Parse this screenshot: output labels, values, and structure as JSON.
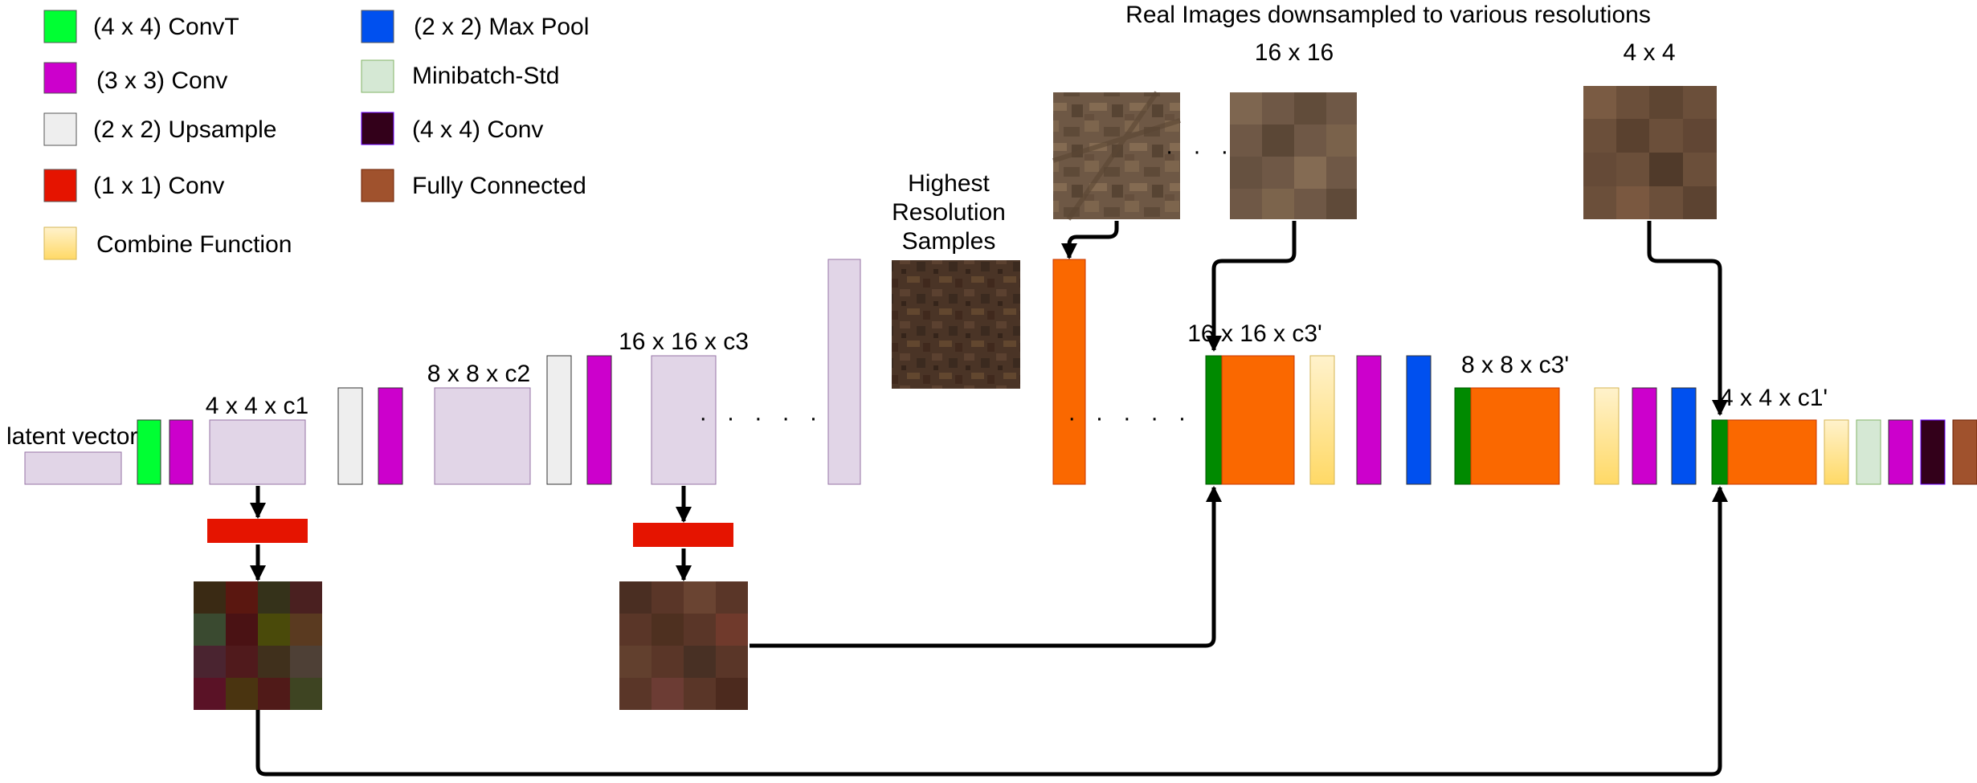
{
  "legend": {
    "items": [
      {
        "key": "convt",
        "label": "(4 x 4) ConvT",
        "color": "#00ff33"
      },
      {
        "key": "conv3",
        "label": "(3 x 3) Conv",
        "color": "#cc00cc"
      },
      {
        "key": "upsample",
        "label": "(2 x 2) Upsample",
        "color": "#eeeeee"
      },
      {
        "key": "conv1",
        "label": "(1 x 1) Conv",
        "color": "#e51400"
      },
      {
        "key": "combine",
        "label": "Combine Function",
        "color": "#ffe599"
      },
      {
        "key": "maxpool",
        "label": "(2 x 2) Max Pool",
        "color": "#0050ef"
      },
      {
        "key": "mbstd",
        "label": "Minibatch-Std",
        "color": "#d5e8d4"
      },
      {
        "key": "conv4",
        "label": "(4 x 4) Conv",
        "color": "#33001a"
      },
      {
        "key": "fc",
        "label": "Fully Connected",
        "color": "#a0522d"
      }
    ]
  },
  "labels": {
    "real_images_title": "Real Images downsampled to various resolutions",
    "res_16": "16 x 16",
    "res_4": "4 x 4",
    "highest_res_line1": "Highest",
    "highest_res_line2": "Resolution",
    "highest_res_line3": "Samples",
    "latent_vector": "latent vector",
    "g_4x4": "4 x 4 x c1",
    "g_8x8": "8 x 8 x c2",
    "g_16x16": "16 x 16 x c3",
    "d_16x16": "16 x 16 x c3'",
    "d_8x8": "8 x 8 x c3'",
    "d_4x4": "4 x 4 x c1'",
    "ellipsis_small": "· · ·",
    "ellipsis_wide": "· · · · · ·"
  },
  "colors": {
    "feature_map": "#e1d5e7",
    "feature_map_border": "#9673a6",
    "discriminator_block": "#fa6800",
    "concat_channel": "#008a00",
    "arrow": "#000000"
  }
}
